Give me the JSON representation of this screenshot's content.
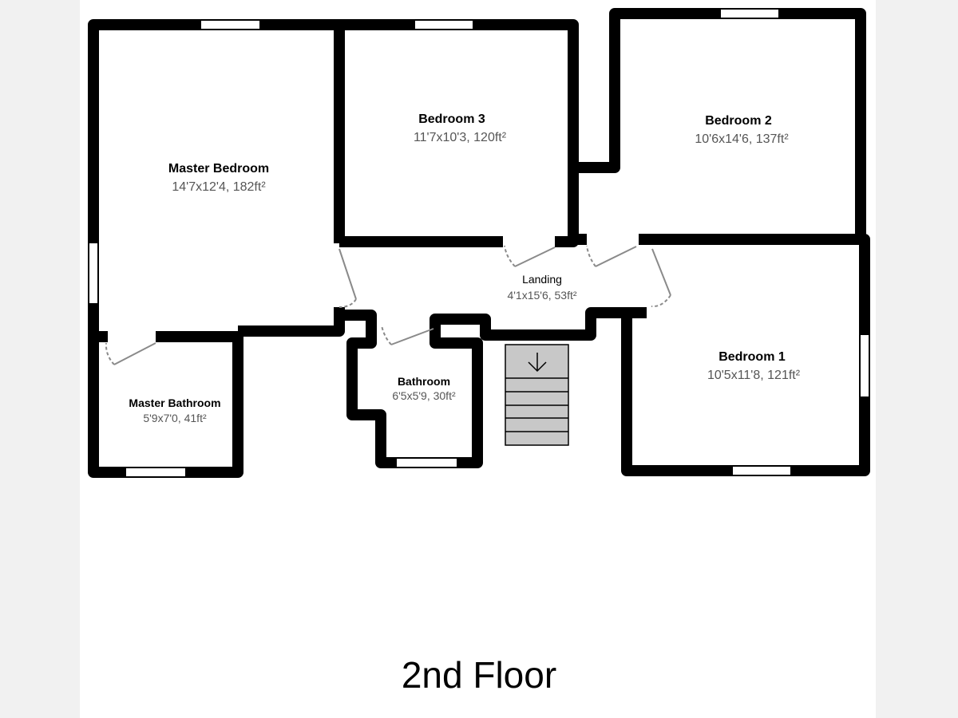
{
  "rooms": {
    "master_bedroom": {
      "name": "Master Bedroom",
      "size": "14'7x12'4, 182ft²"
    },
    "bedroom3": {
      "name": "Bedroom 3",
      "size": "11'7x10'3, 120ft²"
    },
    "bedroom2": {
      "name": "Bedroom 2",
      "size": "10'6x14'6, 137ft²"
    },
    "landing": {
      "name": "Landing",
      "size": "4'1x15'6, 53ft²"
    },
    "bedroom1": {
      "name": "Bedroom 1",
      "size": "10'5x11'8, 121ft²"
    },
    "master_bathroom": {
      "name": "Master Bathroom",
      "size": "5'9x7'0, 41ft²"
    },
    "bathroom": {
      "name": "Bathroom",
      "size": "6'5x5'9, 30ft²"
    }
  },
  "floor_label": "2nd Floor",
  "icons": {
    "stairs_direction": "arrow-down-icon"
  }
}
